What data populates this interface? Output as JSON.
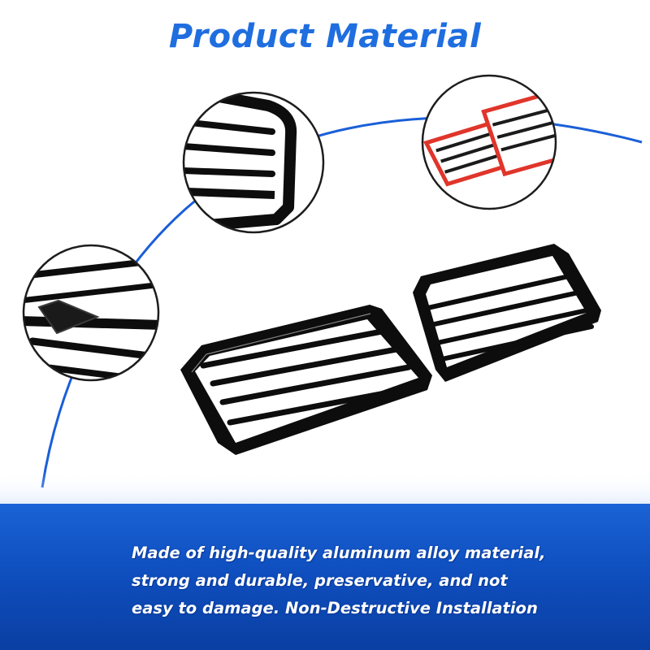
{
  "header": {
    "title": "Product Material"
  },
  "description": {
    "lines": [
      "Made of high-quality aluminum alloy material,",
      "strong and durable, preservative, and not",
      "easy to damage. Non-Destructive Installation"
    ]
  },
  "colors": {
    "title_blue": "#1f6ee0",
    "banner_blue": "#1359cc",
    "arc_blue": "#1a5fd8",
    "cover_black": "#0d0d0d",
    "seal_red": "#e0352b"
  },
  "icons": [
    "detail-zoom-circle",
    "product-photo"
  ]
}
